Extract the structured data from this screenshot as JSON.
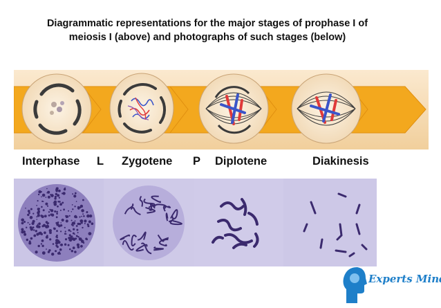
{
  "title": {
    "line1": "Diagrammatic representations for the major stages of prophase I of",
    "line2": "meiosis I (above) and photographs of such stages (below)"
  },
  "stage_labels": [
    "Interphase",
    "L",
    "Zygotene",
    "P",
    "Diplotene",
    "Diakinesis"
  ],
  "logo": {
    "text": "Experts Mind"
  },
  "colors": {
    "band_top": "#fbe9cf",
    "band_bottom": "#f3d4a6",
    "arrow": "#f3a81e",
    "cell_fill": "#f6e3c9",
    "nuclear_envelope": "#3b3b3b",
    "chrom_red": "#e03a3a",
    "chrom_blue": "#3b55c9",
    "photo_bg": "#c8c4e3",
    "stain": "#3b2a6e",
    "logo_blue": "#1e7fc9"
  }
}
